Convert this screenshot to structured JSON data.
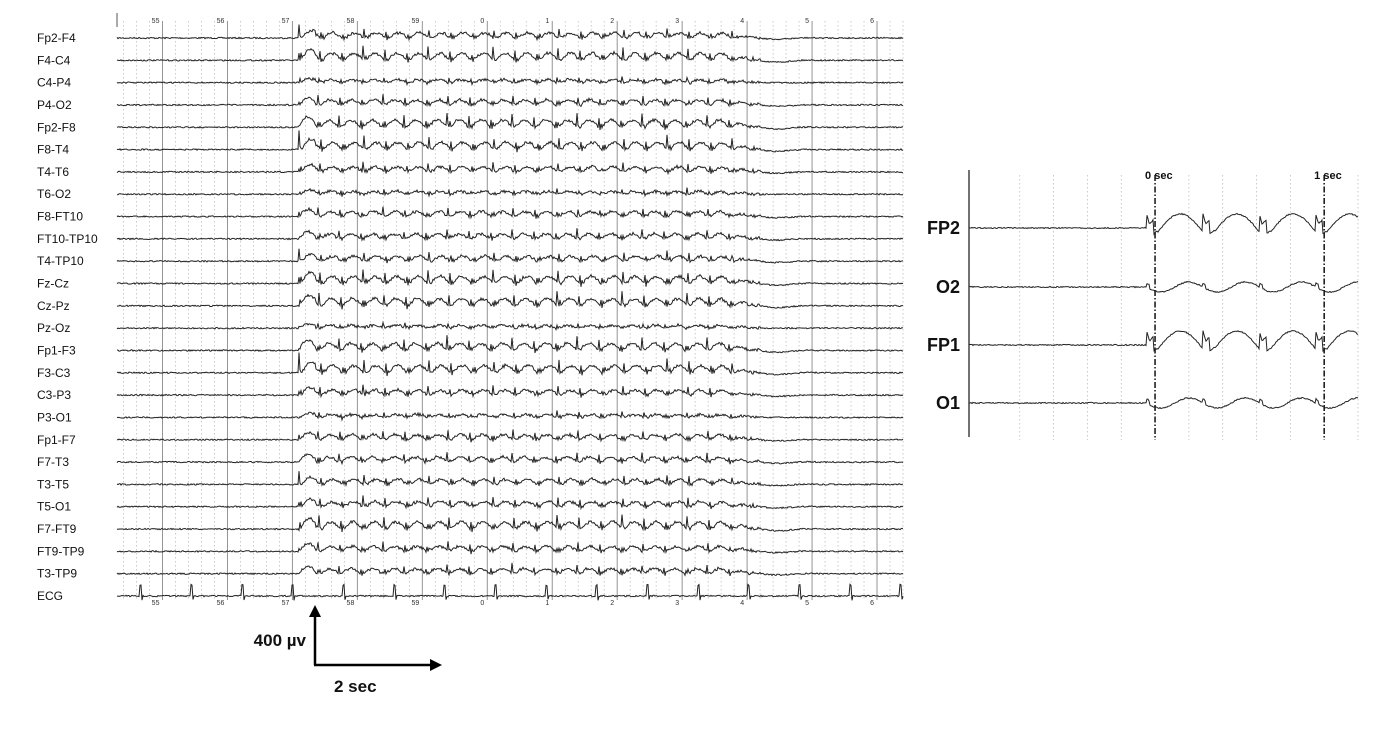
{
  "chart_data": [
    {
      "type": "line",
      "channels": [
        "Fp2-F4",
        "F4-C4",
        "C4-P4",
        "P4-O2",
        "Fp2-F8",
        "F8-T4",
        "T4-T6",
        "T6-O2",
        "F8-FT10",
        "FT10-TP10",
        "T4-TP10",
        "Fz-Cz",
        "Cz-Pz",
        "Pz-Oz",
        "Fp1-F3",
        "F3-C3",
        "C3-P3",
        "P3-O1",
        "Fp1-F7",
        "F7-T3",
        "T3-T5",
        "T5-O1",
        "F7-FT9",
        "FT9-TP9",
        "T3-TP9",
        "ECG"
      ],
      "second_ticks": [
        "55",
        "56",
        "57",
        "58",
        "59",
        "0",
        "1",
        "2",
        "3",
        "4",
        "5",
        "6"
      ],
      "seconds_range": [
        54.3,
        66.4
      ],
      "seizure_onset_sec": 57.1,
      "seizure_offset_sec": 64.2,
      "spike_wave_rate_hz": 3
    },
    {
      "type": "line",
      "channels": [
        "FP2",
        "O2",
        "FP1",
        "O1"
      ],
      "time_markers": [
        "0 sec",
        "1 sec"
      ],
      "time_range_sec": [
        -1.1,
        1.2
      ]
    }
  ],
  "scale_bar": {
    "amplitude_label": "400 µv",
    "time_label": "2 sec"
  }
}
